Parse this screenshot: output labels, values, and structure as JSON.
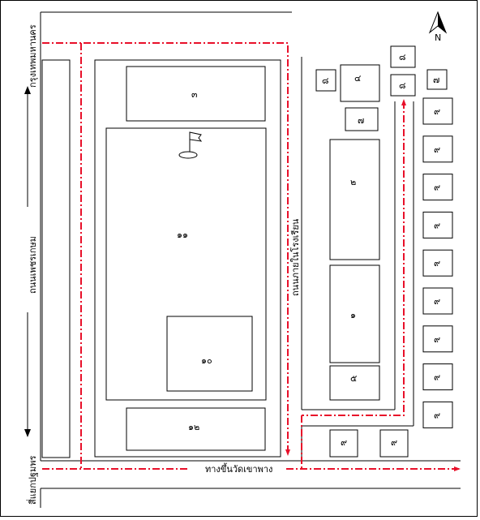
{
  "north_label": "N",
  "roads": {
    "left_top": "กรุงเทพมหานคร",
    "left_middle": "ถนนเพชรเกษม",
    "left_bottom": "สี่แยกปฐมพร",
    "middle": "ถนนภายในโรงเรียน",
    "bottom": "ทางขึ้นวัดเขาพาง"
  },
  "buildings": {
    "b3": "๓",
    "b11": "๑๑",
    "b10": "๑๐",
    "b12": "๑๒",
    "b8a": "๘",
    "b4": "๔",
    "b8b": "๘",
    "b8c": "๘",
    "b7a": "๗",
    "b7b": "๗",
    "b2": "๒",
    "b1": "๑",
    "b5": "๕",
    "b9": [
      "๙",
      "๙",
      "๙",
      "๙",
      "๙",
      "๙",
      "๙",
      "๙",
      "๙"
    ],
    "b9_bottom": [
      "๙",
      "๙"
    ]
  },
  "colors": {
    "route": "#e8102a",
    "outline": "#000000"
  }
}
